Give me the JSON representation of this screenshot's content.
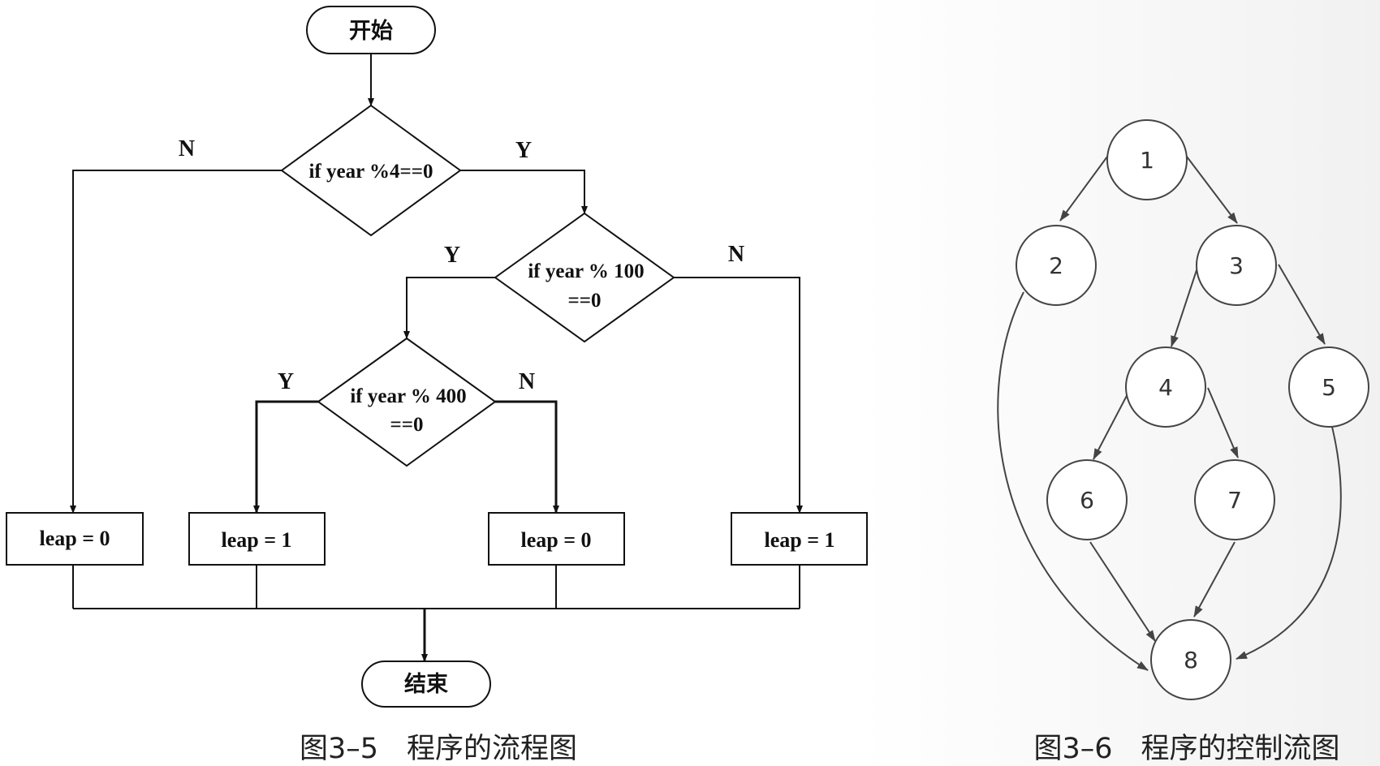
{
  "flowchart": {
    "start": "开始",
    "end": "结束",
    "decision1": "if year %4==0",
    "decision2_line1": "if year % 100",
    "decision2_line2": "==0",
    "decision3_line1": "if year % 400",
    "decision3_line2": "==0",
    "box1": "leap = 0",
    "box2": "leap = 1",
    "box3": "leap = 0",
    "box4": "leap = 1",
    "yes": "Y",
    "no": "N",
    "caption": "图3–5　程序的流程图"
  },
  "control_flow_graph": {
    "nodes": [
      "1",
      "2",
      "3",
      "4",
      "5",
      "6",
      "7",
      "8"
    ],
    "caption": "图3–6　程序的控制流图"
  }
}
